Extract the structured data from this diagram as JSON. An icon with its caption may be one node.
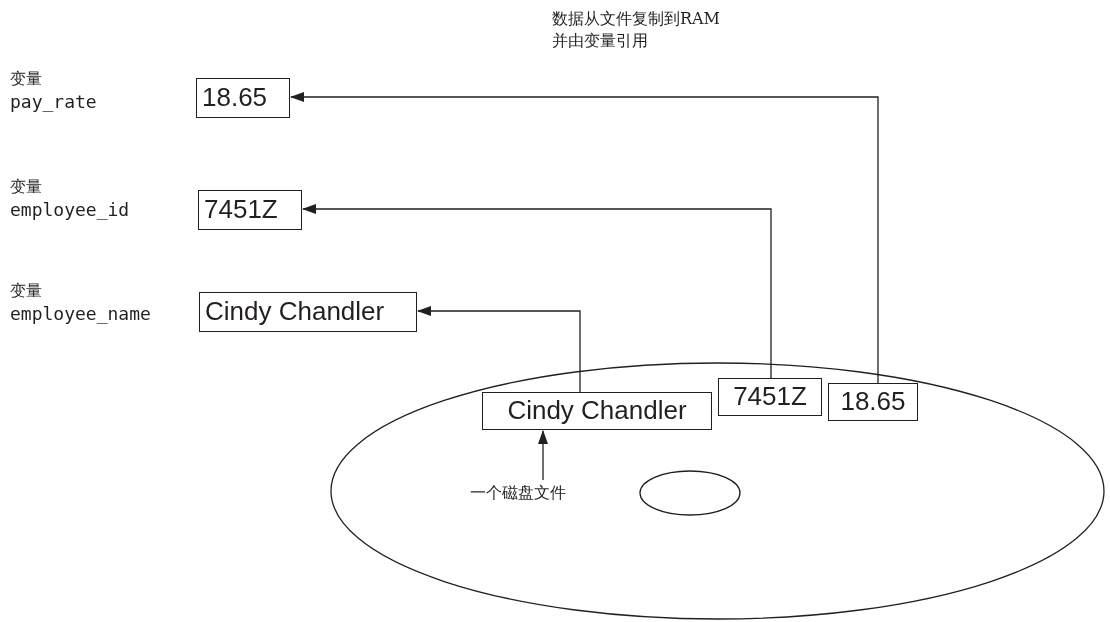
{
  "diagram": {
    "nodes": [
      {
        "text": [
          "18.65"
        ],
        "beside": [
          "变量",
          "pay_rate"
        ]
      },
      {
        "text": [
          "7451Z"
        ],
        "beside": [
          "变量",
          "employee_id"
        ]
      },
      {
        "text": [
          "Cindy Chandler"
        ],
        "beside": [
          "变量",
          "employee_name"
        ]
      },
      {
        "text": [],
        "shape": "ellipse"
      },
      {
        "text": [
          "Cindy Chandler"
        ],
        "in": 3
      },
      {
        "text": [
          "7451Z"
        ],
        "in": 3
      },
      {
        "text": [
          "18.65"
        ],
        "in": 3
      },
      {
        "text": [
          "一个磁盘文件"
        ],
        "in": 3
      }
    ],
    "edges": [
      {
        "from": 6,
        "to": 0,
        "arrow": "to"
      },
      {
        "from": 5,
        "to": 1,
        "arrow": "to"
      },
      {
        "from": 4,
        "to": 2,
        "arrow": "to"
      },
      {
        "from": 7,
        "to": 4,
        "arrow": "to"
      }
    ],
    "labels": [
      "数据从文件复制到RAM并由变量引用"
    ]
  }
}
